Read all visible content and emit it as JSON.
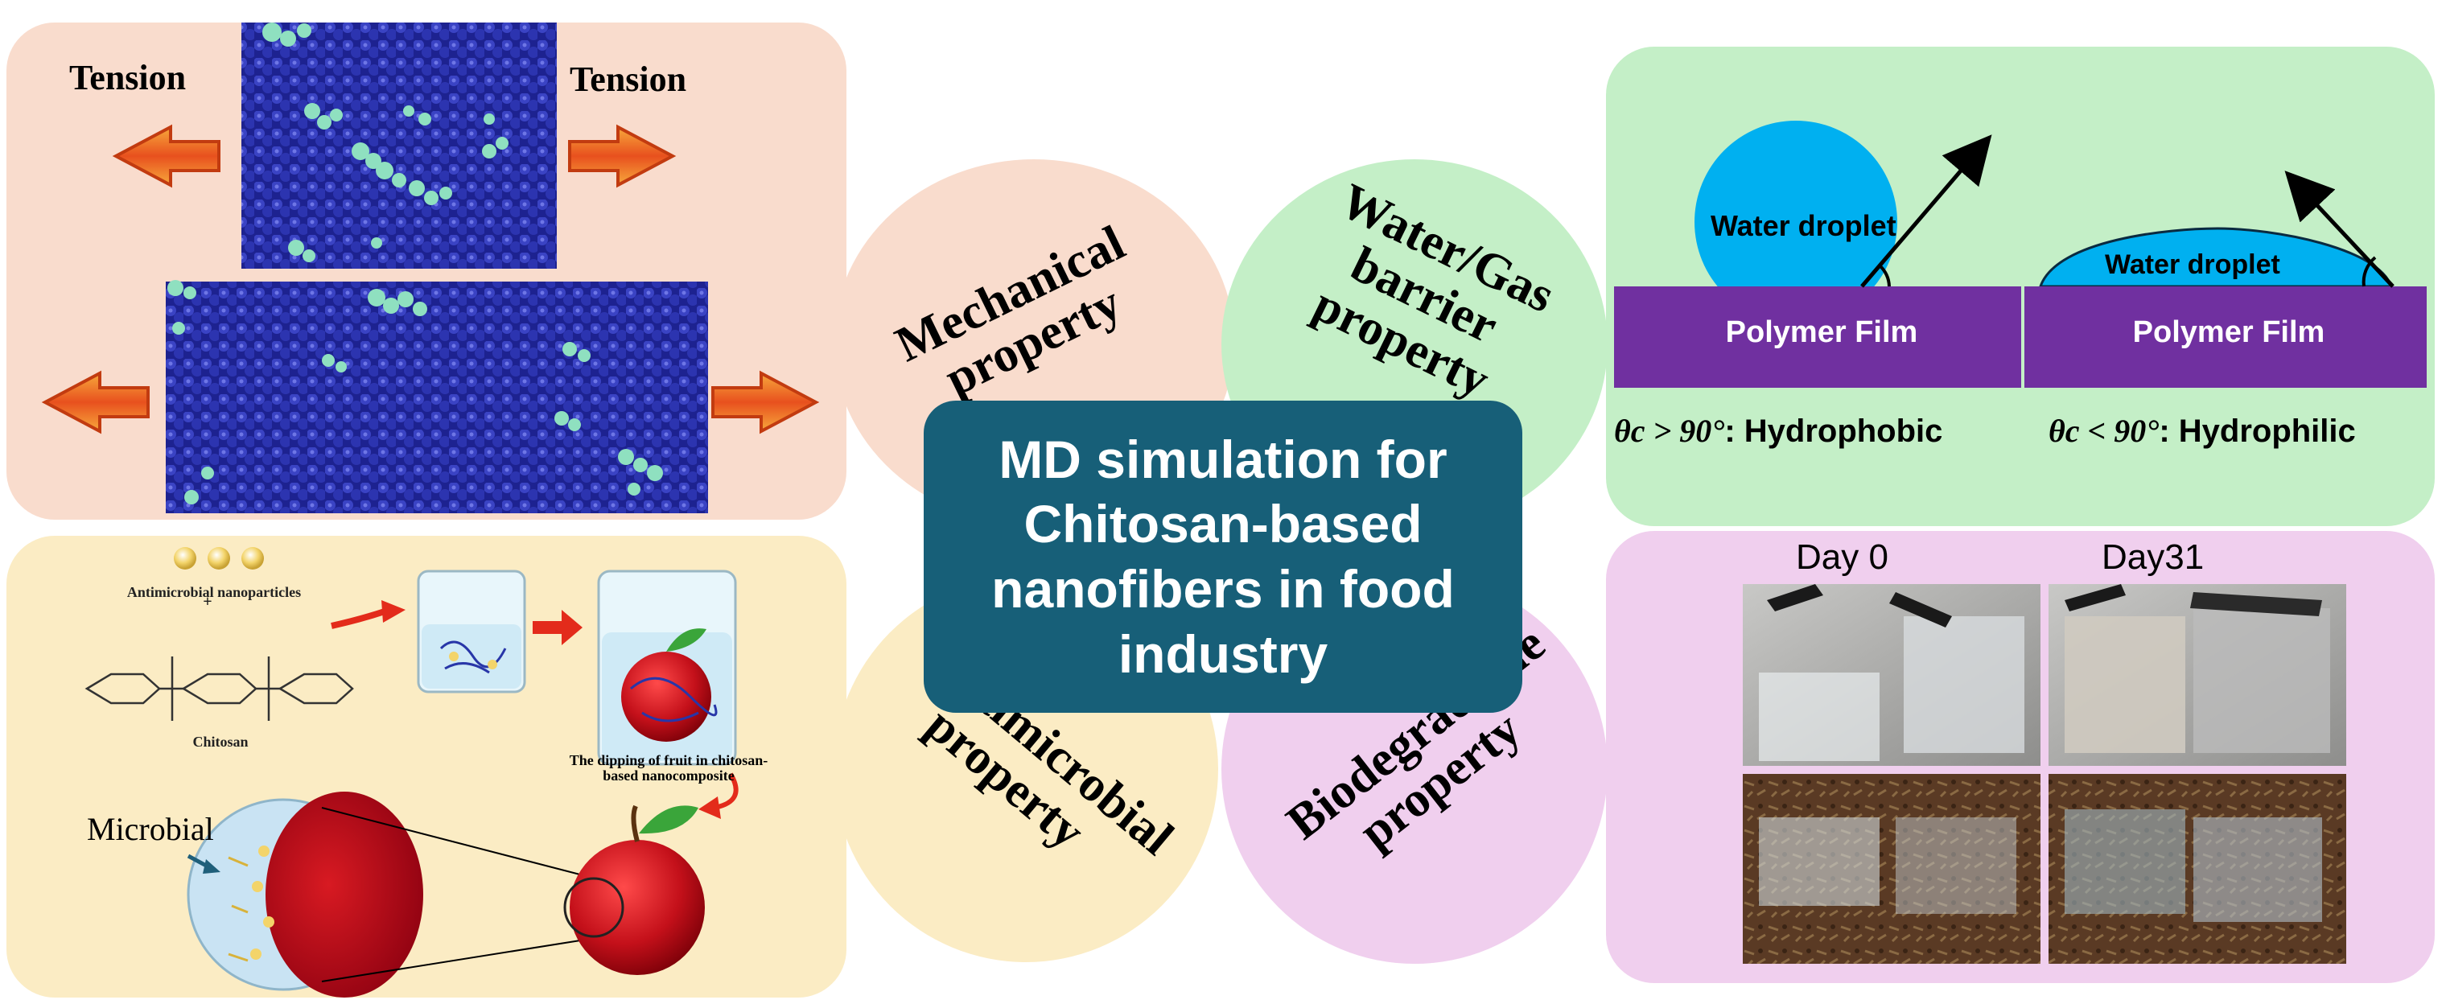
{
  "center_title": "MD simulation for Chitosan-based nanofibers in food industry",
  "mechanical": {
    "label": "Mechanical property",
    "tension_left": "Tension",
    "tension_right": "Tension"
  },
  "barrier": {
    "label": "Water/Gas barrier property",
    "left": {
      "droplet": "Water droplet",
      "film": "Polymer Film",
      "condition": "θc > 90°",
      "result": "Hydrophobic"
    },
    "right": {
      "droplet": "Water droplet",
      "film": "Polymer Film",
      "condition": "θc < 90°",
      "result": "Hydrophilic"
    }
  },
  "antimicrobial": {
    "label": "Antimicrobial property",
    "nanoparticles": "Antimicrobial nanoparticles",
    "chitosan": "Chitosan",
    "dipping": "The dipping of fruit in chitosan-based nanocomposite",
    "microbial": "Microbial"
  },
  "biodegradable": {
    "label": "Biodegradable property",
    "day0": "Day 0",
    "day31": "Day31"
  },
  "colors": {
    "mech_bg": "#f9dccd",
    "barrier_bg": "#c4efc7",
    "anti_bg": "#fbecc4",
    "bio_bg": "#f0cfee",
    "center": "#175f78",
    "film": "#7030a0",
    "droplet": "#00b0f0",
    "arrow": "#e8501e",
    "molecules": "#2a31a8",
    "clusters": "#8fe0c0"
  }
}
